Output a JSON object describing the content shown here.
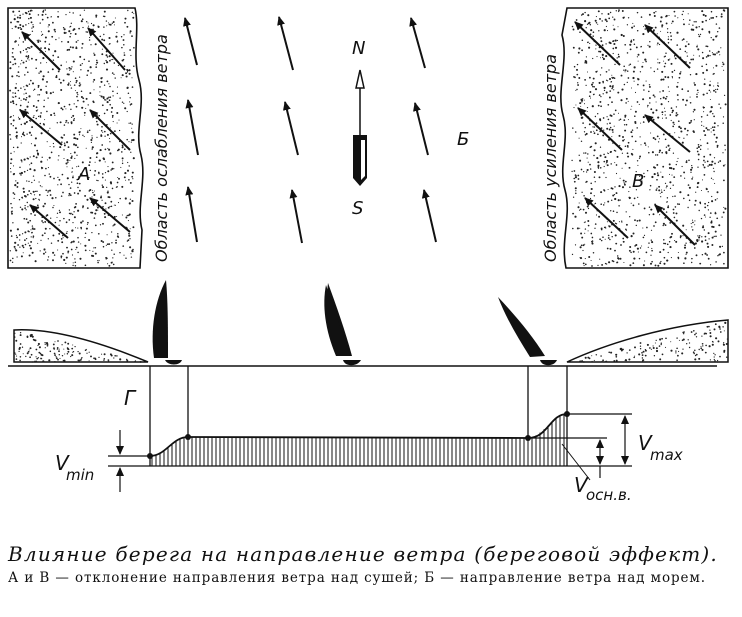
{
  "labels": {
    "left_land": "А",
    "sea": "Б",
    "right_land": "В",
    "north": "N",
    "south": "S",
    "weaken_zone": "Область ослабления ветра",
    "strengthen_zone": "Область усиления ветра",
    "shore_mark": "Г",
    "vmin_main": "V",
    "vmin_sub": "min",
    "vmax_main": "V",
    "vmax_sub": "max",
    "vbase_main": "V",
    "vbase_sub": "осн.в."
  },
  "caption": {
    "title": "Влияние берега на направление ветра (береговой эффект).",
    "text": "А и В — отклонение направления ветра над сушей; Б — направление ветра над морем."
  },
  "colors": {
    "ink": "#111111",
    "background": "#ffffff"
  }
}
